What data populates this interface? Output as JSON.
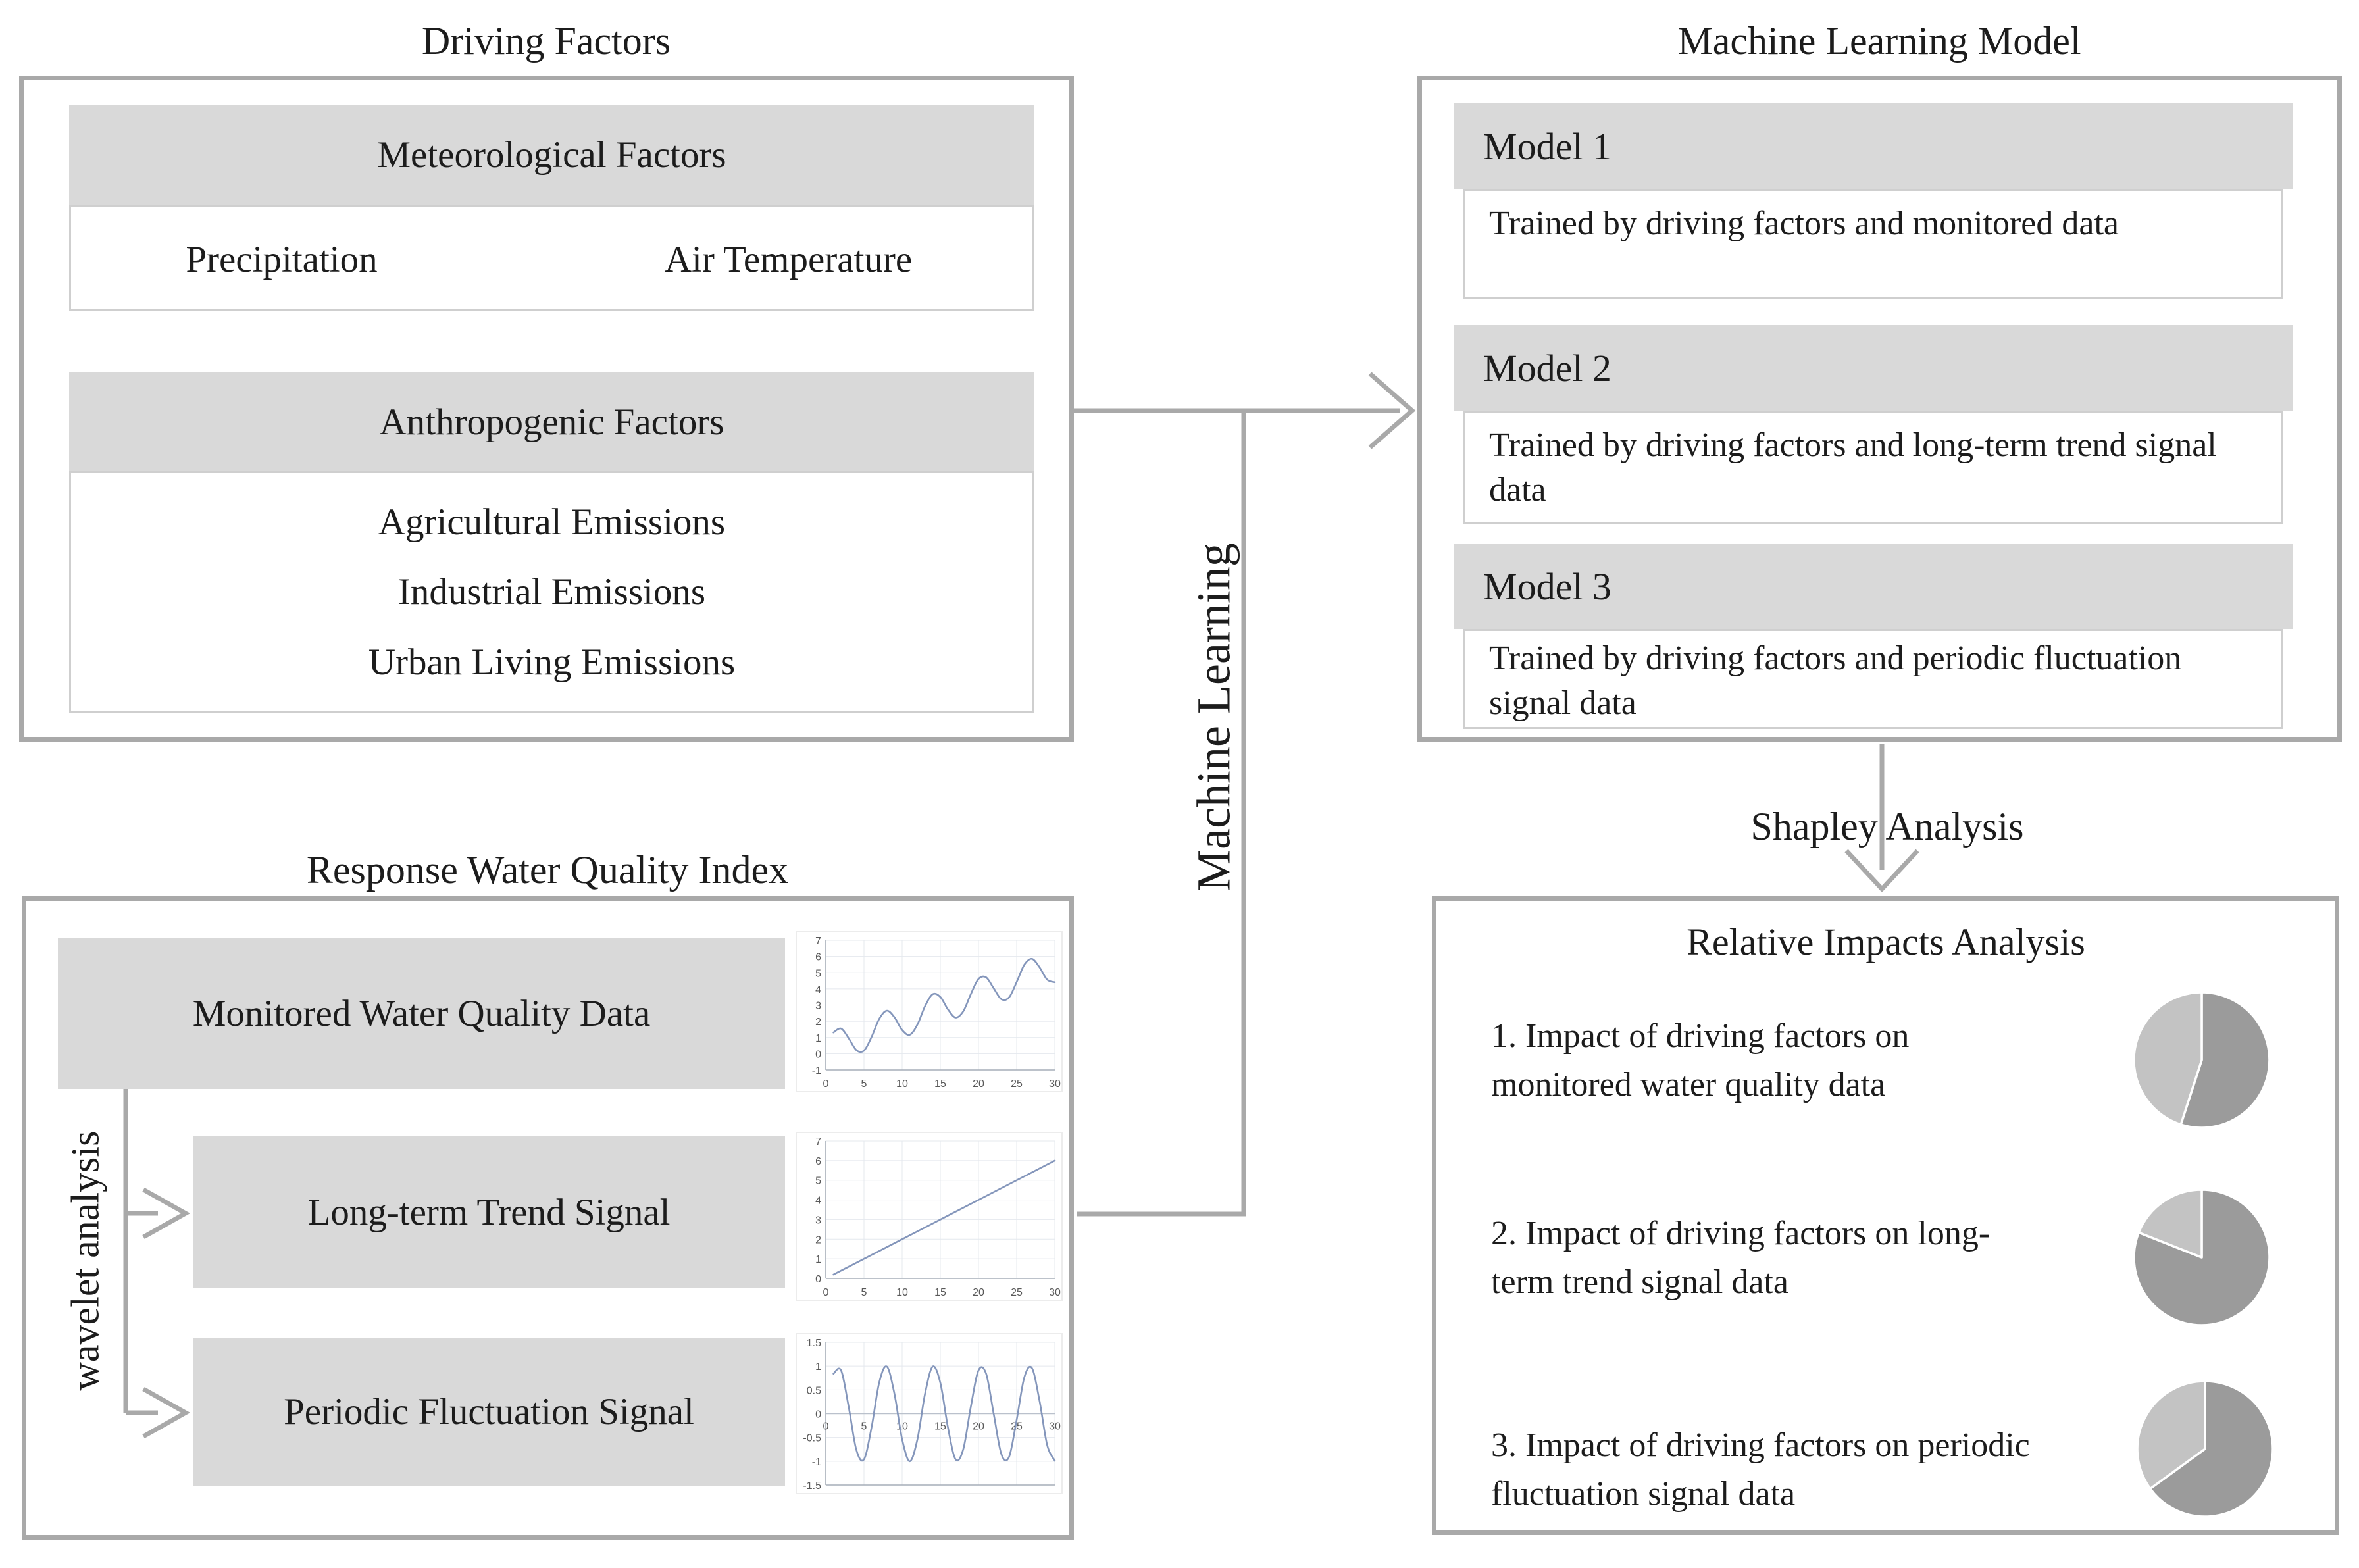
{
  "colors": {
    "border_gray": "#a9a9a9",
    "panel_gray": "#d9d9d9",
    "inner_border": "#cfcfcf",
    "text": "#1c1c1c",
    "chart_line": "#8496bb",
    "chart_grid": "#e4e8ee",
    "chart_tick_text": "#595959",
    "pie_dark": "#9b9b9b",
    "pie_light": "#c3c3c3"
  },
  "driving_factors": {
    "title": "Driving Factors",
    "meteorological": {
      "header": "Meteorological Factors",
      "items": [
        "Precipitation",
        "Air Temperature"
      ]
    },
    "anthropogenic": {
      "header": "Anthropogenic Factors",
      "items": [
        "Agricultural Emissions",
        "Industrial Emissions",
        "Urban Living Emissions"
      ]
    }
  },
  "machine_learning_model": {
    "title": "Machine Learning Model",
    "models": [
      {
        "name": "Model 1",
        "description": "Trained by driving factors and monitored data"
      },
      {
        "name": "Model 2",
        "description": "Trained by driving factors and long-term trend signal data"
      },
      {
        "name": "Model 3",
        "description": "Trained by driving factors and periodic fluctuation signal data"
      }
    ]
  },
  "response_water_quality_index": {
    "title": "Response Water Quality Index",
    "wavelet_label": "wavelet analysis",
    "signals": [
      "Monitored Water Quality Data",
      "Long-term Trend Signal",
      "Periodic Fluctuation Signal"
    ]
  },
  "relative_impacts_analysis": {
    "title": "Relative Impacts Analysis",
    "items": [
      "1. Impact of driving factors on monitored water quality data",
      "2. Impact of driving factors on long-term trend signal data",
      "3. Impact of driving factors on periodic fluctuation signal data"
    ]
  },
  "connectors": {
    "machine_learning_label": "Machine Learning",
    "shapley_label": "Shapley Analysis"
  },
  "chart_data": [
    {
      "type": "line",
      "label": "Monitored Water Quality Data",
      "xlim": [
        0,
        30
      ],
      "ylim": [
        -1,
        7
      ],
      "xticks": [
        0,
        5,
        10,
        15,
        20,
        25,
        30
      ],
      "yticks": [
        -1,
        0,
        1,
        2,
        3,
        4,
        5,
        6,
        7
      ],
      "grid": true,
      "legend": false,
      "line_color": "#8496bb",
      "points": [
        [
          1,
          1.31
        ],
        [
          2,
          1.55
        ],
        [
          3,
          0.95
        ],
        [
          4,
          0.22
        ],
        [
          5,
          0.19
        ],
        [
          6,
          1.04
        ],
        [
          7,
          2.15
        ],
        [
          8,
          2.65
        ],
        [
          9,
          2.24
        ],
        [
          10,
          1.46
        ],
        [
          11,
          1.17
        ],
        [
          12,
          1.8
        ],
        [
          13,
          2.93
        ],
        [
          14,
          3.67
        ],
        [
          15,
          3.5
        ],
        [
          16,
          2.73
        ],
        [
          17,
          2.23
        ],
        [
          18,
          2.61
        ],
        [
          19,
          3.68
        ],
        [
          20,
          4.61
        ],
        [
          21,
          4.71
        ],
        [
          22,
          4.03
        ],
        [
          23,
          3.36
        ],
        [
          24,
          3.47
        ],
        [
          25,
          4.42
        ],
        [
          26,
          5.48
        ],
        [
          27,
          5.85
        ],
        [
          28,
          5.33
        ],
        [
          29,
          4.57
        ],
        [
          30,
          4.41
        ]
      ]
    },
    {
      "type": "line",
      "label": "Long-term Trend Signal",
      "xlim": [
        0,
        30
      ],
      "ylim": [
        0,
        7
      ],
      "xticks": [
        0,
        5,
        10,
        15,
        20,
        25,
        30
      ],
      "yticks": [
        0,
        1,
        2,
        3,
        4,
        5,
        6,
        7
      ],
      "grid": true,
      "legend": false,
      "line_color": "#8496bb",
      "points": [
        [
          1,
          0.2
        ],
        [
          10,
          2.0
        ],
        [
          20,
          4.0
        ],
        [
          30,
          6.0
        ]
      ]
    },
    {
      "type": "line",
      "label": "Periodic Fluctuation Signal",
      "xlim": [
        0,
        30
      ],
      "ylim": [
        -1.5,
        1.5
      ],
      "xticks": [
        0,
        5,
        10,
        15,
        20,
        25,
        30
      ],
      "yticks": [
        -1.5,
        -1,
        -0.5,
        0,
        0.5,
        1,
        1.5
      ],
      "grid": true,
      "legend": false,
      "x_labels_at_zero": true,
      "line_color": "#8496bb",
      "points": [
        [
          1,
          0.84
        ],
        [
          2,
          0.91
        ],
        [
          3,
          0.14
        ],
        [
          4,
          -0.76
        ],
        [
          5,
          -0.96
        ],
        [
          6,
          -0.28
        ],
        [
          7,
          0.66
        ],
        [
          8,
          0.99
        ],
        [
          9,
          0.41
        ],
        [
          10,
          -0.54
        ],
        [
          11,
          -1.0
        ],
        [
          12,
          -0.54
        ],
        [
          13,
          0.42
        ],
        [
          14,
          0.99
        ],
        [
          15,
          0.65
        ],
        [
          16,
          -0.29
        ],
        [
          17,
          -0.96
        ],
        [
          18,
          -0.75
        ],
        [
          19,
          0.15
        ],
        [
          20,
          0.91
        ],
        [
          21,
          0.84
        ],
        [
          22,
          -0.01
        ],
        [
          23,
          -0.85
        ],
        [
          24,
          -0.91
        ],
        [
          25,
          -0.13
        ],
        [
          26,
          0.76
        ],
        [
          27,
          0.96
        ],
        [
          28,
          0.27
        ],
        [
          29,
          -0.66
        ],
        [
          30,
          -0.99
        ]
      ]
    },
    {
      "type": "pie",
      "label": "Impact of driving factors on monitored water quality data",
      "slices": [
        {
          "name": "dark",
          "value": 55,
          "color": "#9b9b9b"
        },
        {
          "name": "light",
          "value": 45,
          "color": "#c3c3c3"
        }
      ],
      "start_at_top_clockwise": true
    },
    {
      "type": "pie",
      "label": "Impact of driving factors on long-term trend signal data",
      "slices": [
        {
          "name": "dark",
          "value": 81,
          "color": "#9b9b9b"
        },
        {
          "name": "light",
          "value": 19,
          "color": "#c3c3c3"
        }
      ],
      "start_at_top_clockwise": true
    },
    {
      "type": "pie",
      "label": "Impact of driving factors on periodic fluctuation signal data",
      "slices": [
        {
          "name": "dark",
          "value": 65,
          "color": "#9b9b9b"
        },
        {
          "name": "light",
          "value": 35,
          "color": "#c3c3c3"
        }
      ],
      "start_at_top_clockwise": true
    }
  ]
}
